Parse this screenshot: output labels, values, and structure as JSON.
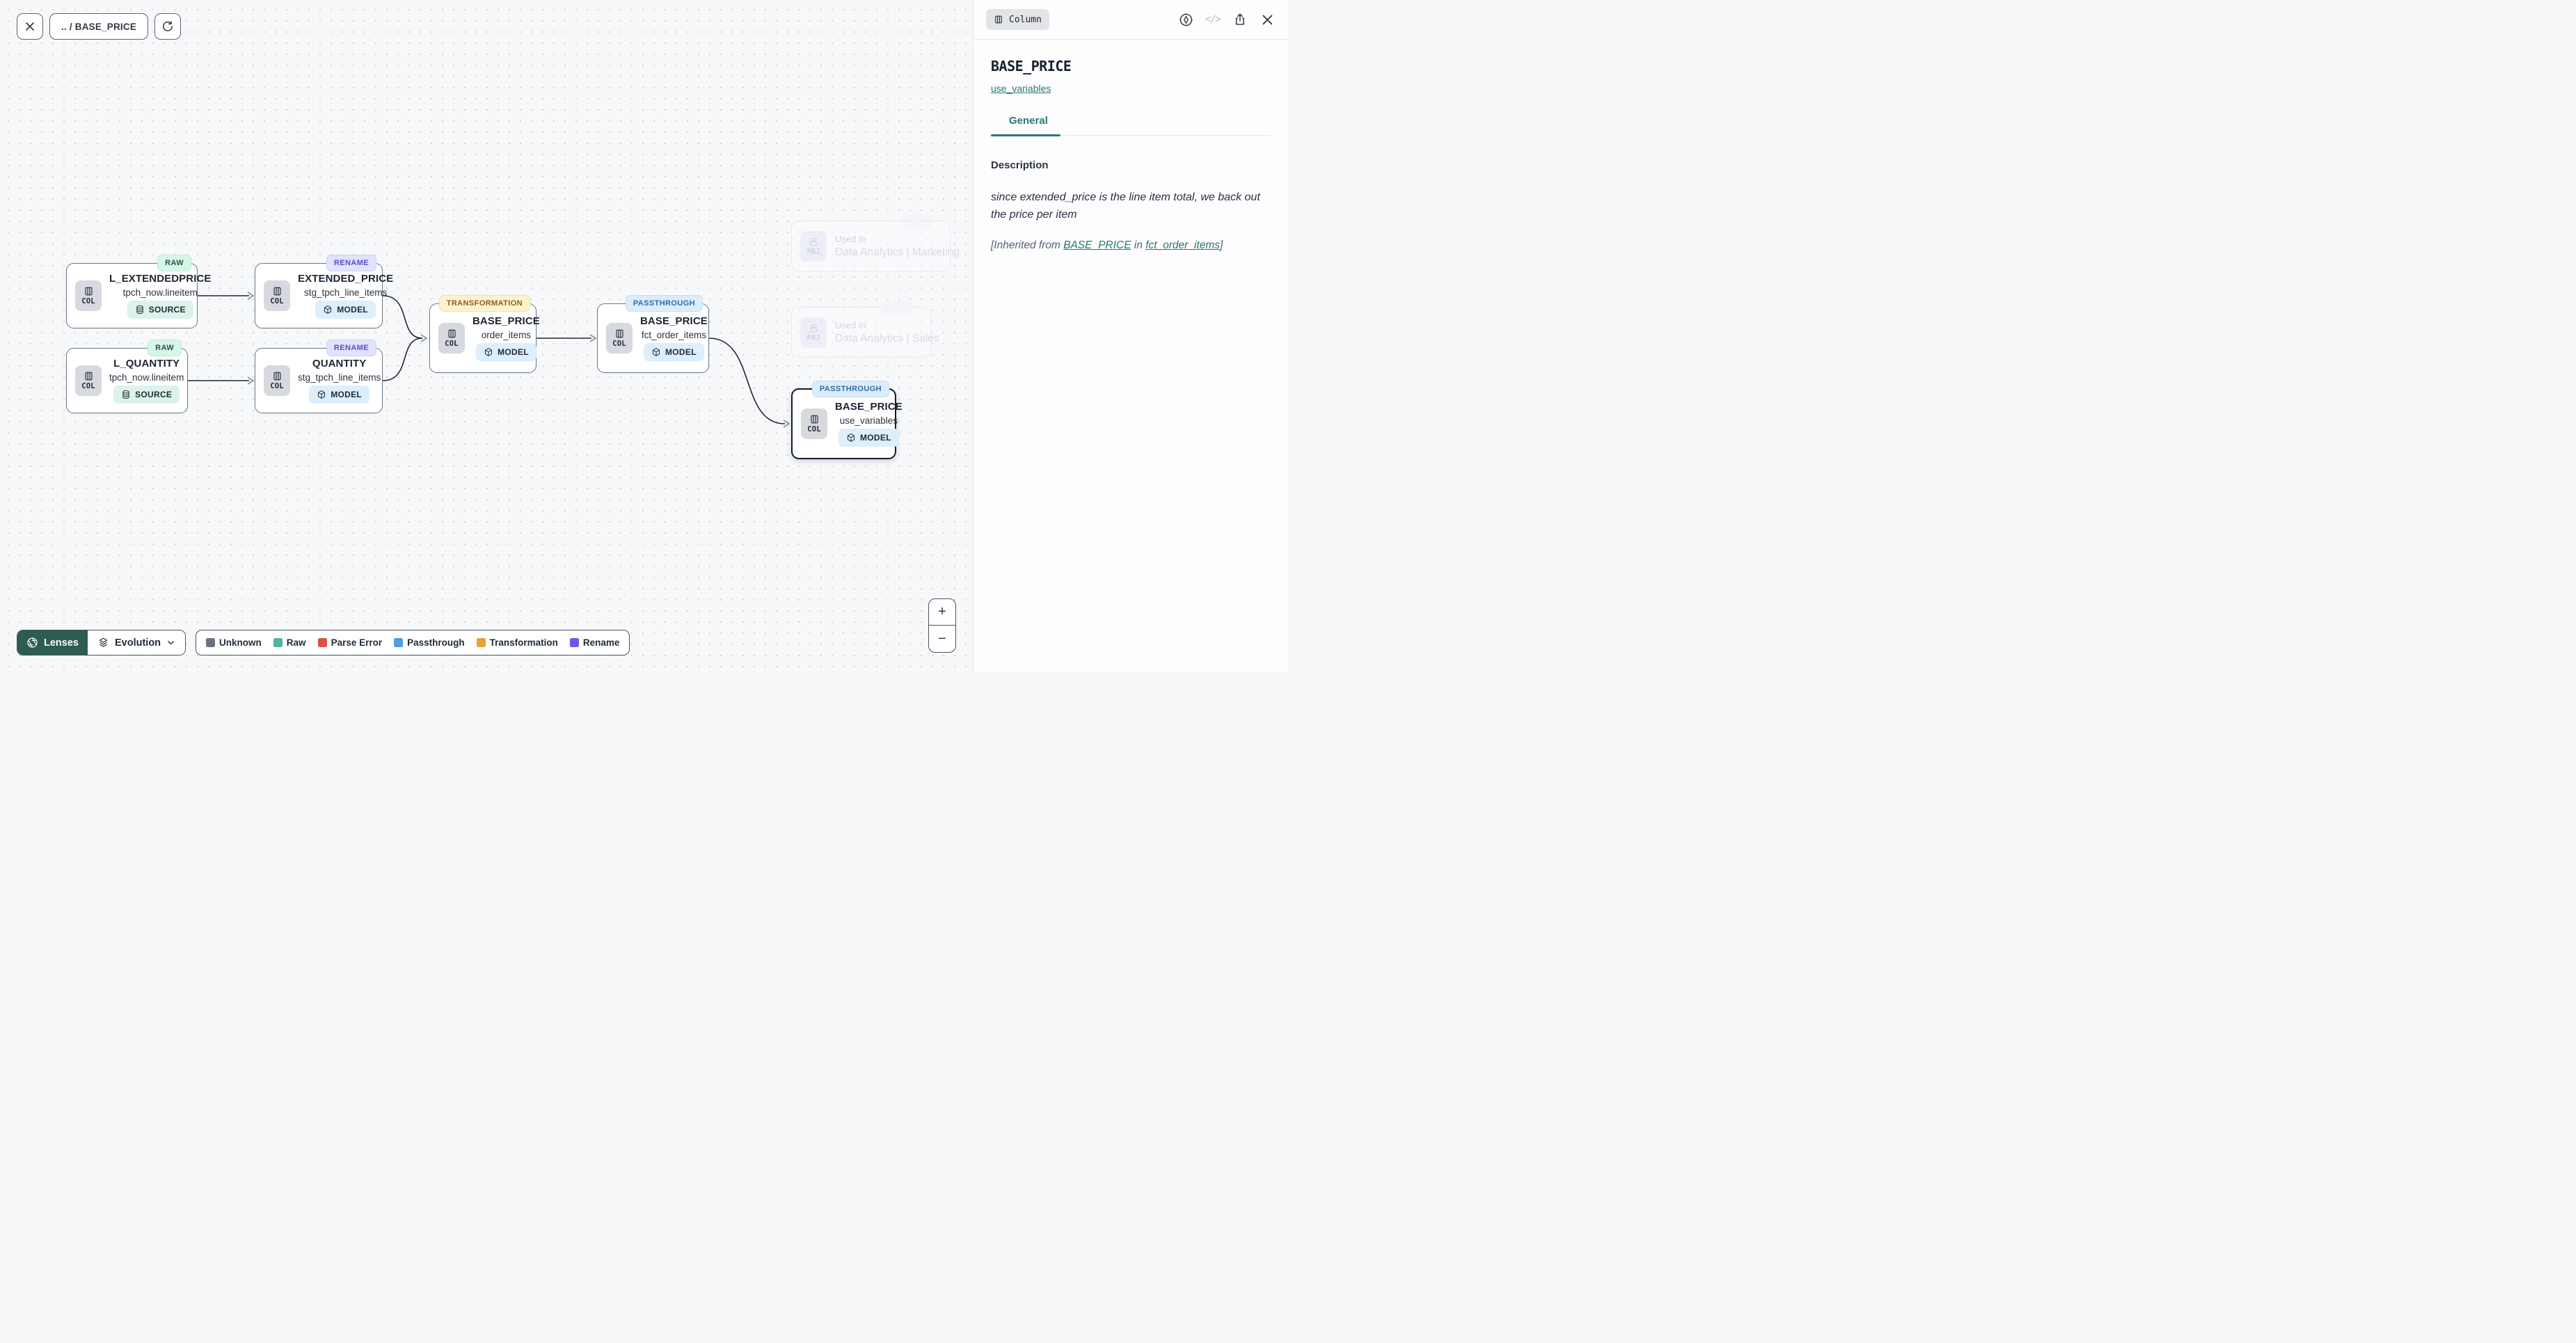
{
  "toolbar": {
    "breadcrumb": ".. / BASE_PRICE"
  },
  "panel": {
    "type_label": "Column",
    "title": "BASE_PRICE",
    "model_link": "use_variables",
    "tabs": [
      {
        "label": "General",
        "active": true
      }
    ],
    "section_label": "Description",
    "description": "since extended_price is the line item total, we back out the price per item",
    "inherited": {
      "prefix": "[Inherited from ",
      "link_column": "BASE_PRICE",
      "middle": " in ",
      "link_model": "fct_order_items",
      "suffix": "]"
    }
  },
  "nodes": [
    {
      "badge": "RAW",
      "title": "L_EXTENDEDPRICE",
      "subtitle": "tpch_now.lineitem",
      "kind": "SOURCE",
      "icon_label": "COL"
    },
    {
      "badge": "RENAME",
      "title": "EXTENDED_PRICE",
      "subtitle": "stg_tpch_line_items",
      "kind": "MODEL",
      "icon_label": "COL"
    },
    {
      "badge": "RAW",
      "title": "L_QUANTITY",
      "subtitle": "tpch_now.lineitem",
      "kind": "SOURCE",
      "icon_label": "COL"
    },
    {
      "badge": "RENAME",
      "title": "QUANTITY",
      "subtitle": "stg_tpch_line_items",
      "kind": "MODEL",
      "icon_label": "COL"
    },
    {
      "badge": "TRANSFORMATION",
      "title": "BASE_PRICE",
      "subtitle": "order_items",
      "kind": "MODEL",
      "icon_label": "COL"
    },
    {
      "badge": "PASSTHROUGH",
      "title": "BASE_PRICE",
      "subtitle": "fct_order_items",
      "kind": "MODEL",
      "icon_label": "COL"
    },
    {
      "badge": "PASSTHROUGH",
      "title": "BASE_PRICE",
      "subtitle": "use_variables",
      "kind": "MODEL",
      "icon_label": "COL",
      "selected": true
    }
  ],
  "ghosts": [
    {
      "icon_label": "PRJ",
      "label": "Used In",
      "name": "Data Analytics | Marketing"
    },
    {
      "icon_label": "PRJ",
      "label": "Used In",
      "name": "Data Analytics | Sales"
    }
  ],
  "controls": {
    "lenses_label": "Lenses",
    "mode_label": "Evolution",
    "zoom_in": "+",
    "zoom_out": "−"
  },
  "legend": {
    "items": [
      {
        "label": "Unknown",
        "color": "#6b7280"
      },
      {
        "label": "Raw",
        "color": "#4db69e"
      },
      {
        "label": "Parse Error",
        "color": "#da5147"
      },
      {
        "label": "Passthrough",
        "color": "#4aa0e0"
      },
      {
        "label": "Transformation",
        "color": "#e5a33c"
      },
      {
        "label": "Rename",
        "color": "#6a5ae8"
      }
    ]
  },
  "colors": {
    "accent_teal": "#27786f",
    "lenses_button": "#2d5c50",
    "canvas_bg": "#f7f8f9",
    "badge_raw_bg": "#d6f6e7",
    "badge_rename_bg": "#e1e2fc",
    "badge_transformation_bg": "#fcf3cd",
    "badge_passthrough_bg": "#dcecfb",
    "pill_source_bg": "#dcf2ea",
    "pill_model_bg": "#ddeefc",
    "selected_node_border": "#141d2b",
    "edge": "#23272e"
  }
}
